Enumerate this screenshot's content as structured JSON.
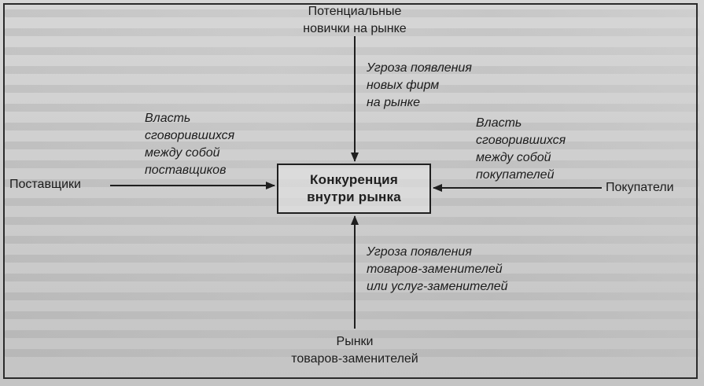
{
  "diagram": {
    "center": {
      "line1": "Конкуренция",
      "line2": "внутри рынка"
    },
    "top_node": {
      "line1": "Потенциальные",
      "line2": "новички на рынке"
    },
    "bottom_node": {
      "line1": "Рынки",
      "line2": "товаров-заменителей"
    },
    "left_node": "Поставщики",
    "right_node": "Покупатели",
    "label_top": {
      "line1": "Угроза появления",
      "line2": "новых фирм",
      "line3": "на рынке"
    },
    "label_bottom": {
      "line1": "Угроза появления",
      "line2": "товаров-заменителей",
      "line3": "или услуг-заменителей"
    },
    "label_left": {
      "line1": "Власть",
      "line2": "сговорившихся",
      "line3": "между собой",
      "line4": "поставщиков"
    },
    "label_right": {
      "line1": "Власть",
      "line2": "сговорившихся",
      "line3": "между собой",
      "line4": "покупателей"
    }
  }
}
